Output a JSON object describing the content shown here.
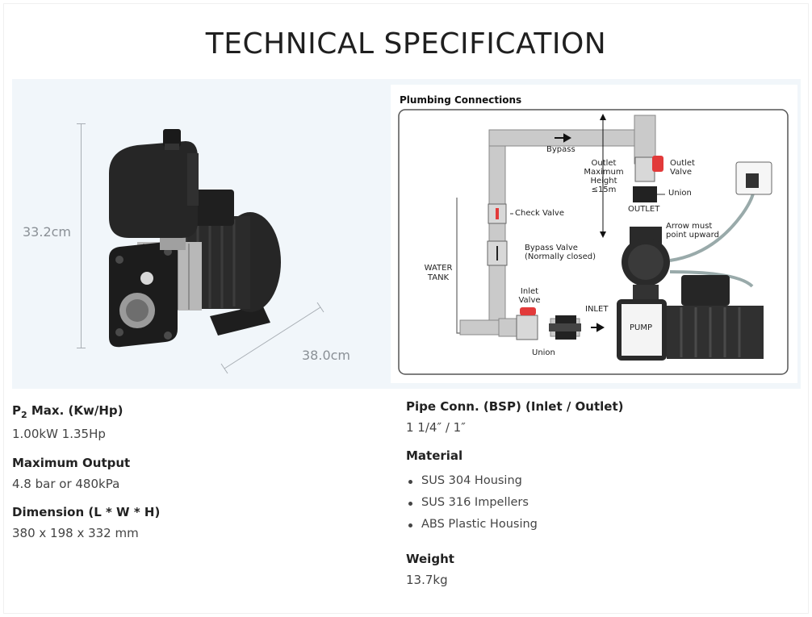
{
  "title": "TECHNICAL SPECIFICATION",
  "product": {
    "height_label": "33.2cm",
    "length_label": "38.0cm"
  },
  "diagram": {
    "heading": "Plumbing Connections",
    "labels": {
      "bypass": "Bypass",
      "outlet_height_1": "Outlet",
      "outlet_height_2": "Maximum",
      "outlet_height_3": "Height",
      "outlet_height_4": "≤15m",
      "outlet_valve_1": "Outlet",
      "outlet_valve_2": "Valve",
      "union_top": "Union",
      "outlet": "OUTLET",
      "arrow_1": "Arrow must",
      "arrow_2": "point upward",
      "check_valve": "Check Valve",
      "bypass_valve_1": "Bypass Valve",
      "bypass_valve_2": "(Normally closed)",
      "water_tank_1": "WATER",
      "water_tank_2": "TANK",
      "inlet_valve_1": "Inlet",
      "inlet_valve_2": "Valve",
      "inlet": "INLET",
      "pump": "PUMP",
      "union_bottom": "Union"
    }
  },
  "specs_left": {
    "power_label_main": "P",
    "power_label_sub": "2",
    "power_label_rest": " Max. (Kw/Hp)",
    "power_value": "1.00kW 1.35Hp",
    "output_label": "Maximum Output",
    "output_value": "4.8 bar or 480kPa",
    "dimension_label": "Dimension (L * W * H)",
    "dimension_value": "380 x 198 x 332 mm"
  },
  "specs_right": {
    "pipe_label": "Pipe Conn. (BSP) (Inlet / Outlet)",
    "pipe_value": "1 1/4″ / 1″",
    "material_label": "Material",
    "materials": [
      "SUS 304 Housing",
      "SUS 316 Impellers",
      "ABS Plastic Housing"
    ],
    "weight_label": "Weight",
    "weight_value": "13.7kg"
  },
  "colors": {
    "panel_bg": "#f1f6fa",
    "valve_red": "#e23a3a",
    "pipe_grey": "#c9c9c9"
  }
}
